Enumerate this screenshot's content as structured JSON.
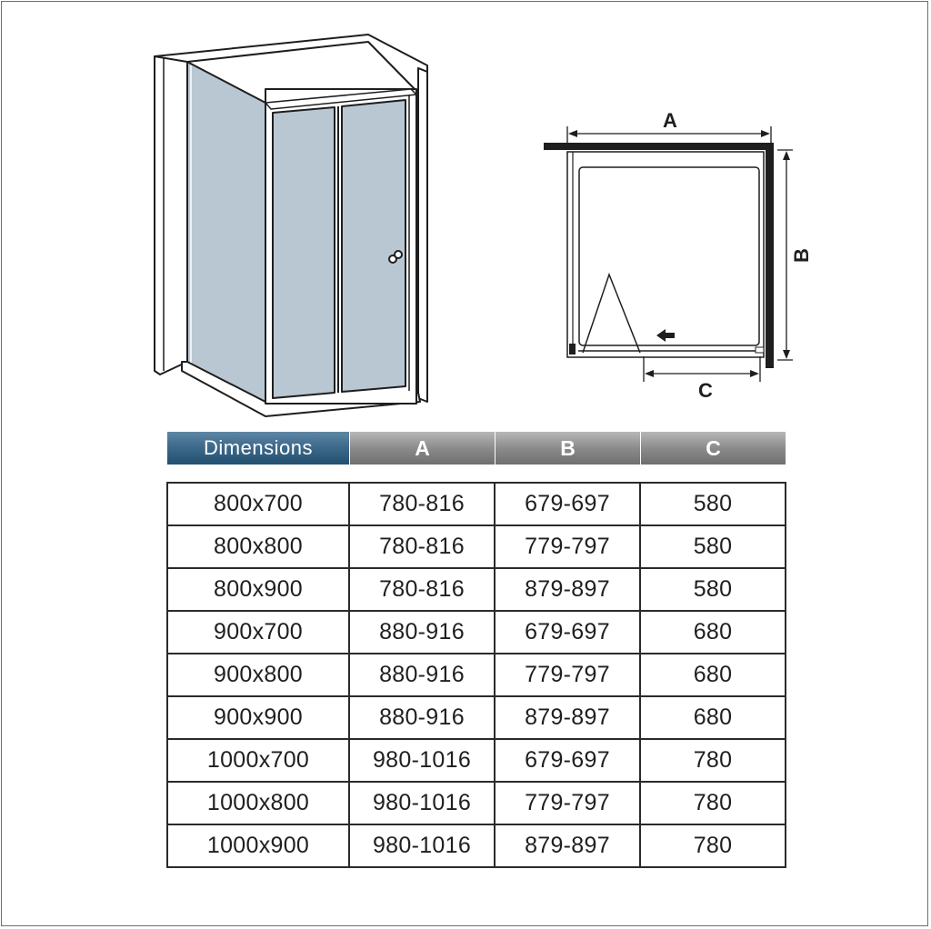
{
  "diagram": {
    "label_a": "A",
    "label_b": "B",
    "label_c": "C"
  },
  "table": {
    "headers": [
      "Dimensions",
      "A",
      "B",
      "C"
    ],
    "rows": [
      [
        "800x700",
        "780-816",
        "679-697",
        "580"
      ],
      [
        "800x800",
        "780-816",
        "779-797",
        "580"
      ],
      [
        "800x900",
        "780-816",
        "879-897",
        "580"
      ],
      [
        "900x700",
        "880-916",
        "679-697",
        "680"
      ],
      [
        "900x800",
        "880-916",
        "779-797",
        "680"
      ],
      [
        "900x900",
        "880-916",
        "879-897",
        "680"
      ],
      [
        "1000x700",
        "980-1016",
        "679-697",
        "780"
      ],
      [
        "1000x800",
        "980-1016",
        "779-797",
        "780"
      ],
      [
        "1000x900",
        "980-1016",
        "879-897",
        "780"
      ]
    ]
  },
  "colors": {
    "glass": "#b9c7d3",
    "header_blue": "#2e5d7e",
    "header_gray": "#8a8a8a",
    "line": "#1e1e1e"
  }
}
